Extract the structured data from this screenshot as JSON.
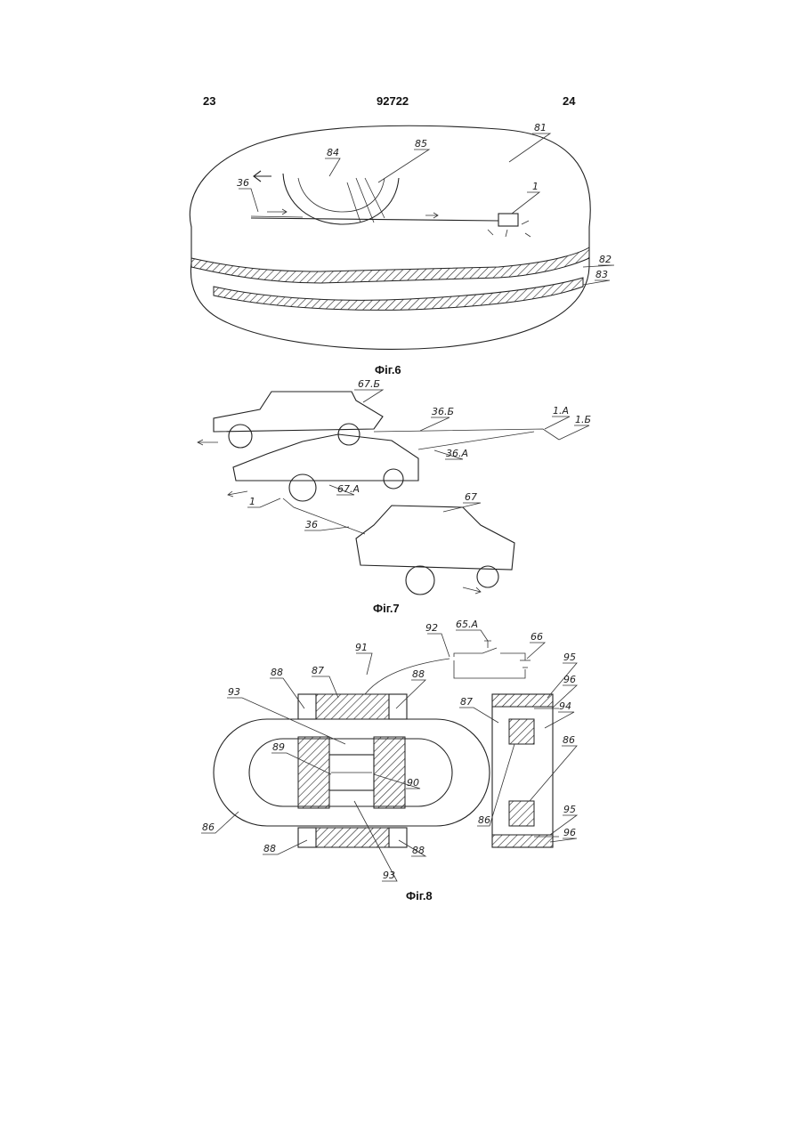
{
  "header": {
    "left": "23",
    "center": "92722",
    "right": "24"
  },
  "figures": [
    {
      "caption": "Фіг.6",
      "labels": [
        "81",
        "84",
        "85",
        "36",
        "1",
        "82",
        "83"
      ]
    },
    {
      "caption": "Фіг.7",
      "labels": [
        "67.Б",
        "36.Б",
        "1.А",
        "1.Б",
        "36.А",
        "67.А",
        "1",
        "67",
        "36"
      ]
    },
    {
      "caption": "Фіг.8",
      "labels": [
        "92",
        "65.А",
        "66",
        "91",
        "95",
        "96",
        "88",
        "87",
        "88",
        "94",
        "93",
        "87",
        "89",
        "90",
        "86",
        "86",
        "95",
        "96",
        "88",
        "88",
        "93",
        "86"
      ]
    }
  ]
}
